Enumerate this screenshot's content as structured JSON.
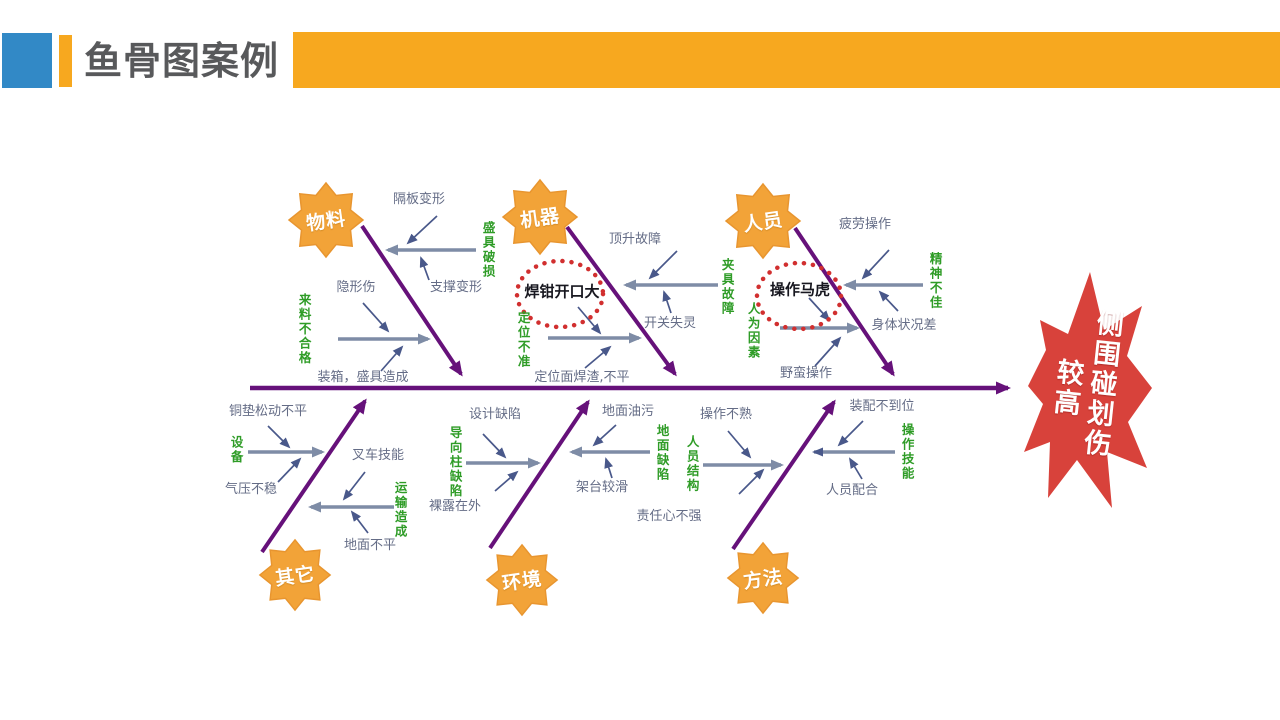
{
  "header": {
    "title": "鱼骨图案例"
  },
  "effect": {
    "text": "侧围碰划伤较高",
    "line_main": "侧围碰划伤",
    "line_side": "较高"
  },
  "highlighted_causes": [
    "焊钳开口大",
    "操作马虎"
  ],
  "branches": [
    {
      "category": "物料",
      "side": "top",
      "causes": [
        {
          "text": "隔板变形"
        },
        {
          "text": "盛具破损"
        },
        {
          "text": "支撑变形"
        },
        {
          "text": "隐形伤"
        },
        {
          "text": "来料不合格"
        },
        {
          "text": "装箱，盛具造成"
        }
      ]
    },
    {
      "category": "机器",
      "side": "top",
      "causes": [
        {
          "text": "顶升故障"
        },
        {
          "text": "夹具故障"
        },
        {
          "text": "开关失灵"
        },
        {
          "text": "焊钳开口大",
          "highlighted": true
        },
        {
          "text": "定位不准"
        },
        {
          "text": "定位面焊渣,不平"
        }
      ]
    },
    {
      "category": "人员",
      "side": "top",
      "causes": [
        {
          "text": "疲劳操作"
        },
        {
          "text": "精神不佳"
        },
        {
          "text": "身体状况差"
        },
        {
          "text": "操作马虎",
          "highlighted": true
        },
        {
          "text": "人为因素"
        },
        {
          "text": "野蛮操作"
        }
      ]
    },
    {
      "category": "其它",
      "side": "bottom",
      "causes": [
        {
          "text": "铜垫松动不平"
        },
        {
          "text": "设备"
        },
        {
          "text": "气压不稳"
        },
        {
          "text": "叉车技能"
        },
        {
          "text": "运输造成"
        },
        {
          "text": "地面不平"
        }
      ]
    },
    {
      "category": "环境",
      "side": "bottom",
      "causes": [
        {
          "text": "设计缺陷"
        },
        {
          "text": "导向柱缺陷"
        },
        {
          "text": "裸露在外"
        },
        {
          "text": "地面油污"
        },
        {
          "text": "地面缺陷"
        },
        {
          "text": "架台较滑"
        }
      ]
    },
    {
      "category": "方法",
      "side": "bottom",
      "causes": [
        {
          "text": "操作不熟"
        },
        {
          "text": "人员结构"
        },
        {
          "text": "责任心不强"
        },
        {
          "text": "装配不到位"
        },
        {
          "text": "操作技能"
        },
        {
          "text": "人员配合"
        }
      ]
    }
  ],
  "colors": {
    "accent_orange": "#f7a81f",
    "accent_blue": "#3289c6",
    "burst_orange": "#f2a338",
    "bone_purple": "#66117a",
    "sub_arrow_gray": "#7e8ca6",
    "pointer_arrow_slate": "#49588a",
    "cause_green": "#2f9c27",
    "cause_gray": "#646c86",
    "highlight_circle_red": "#d12f2f",
    "effect_red": "#d8423b",
    "title_gray": "#58595b"
  }
}
